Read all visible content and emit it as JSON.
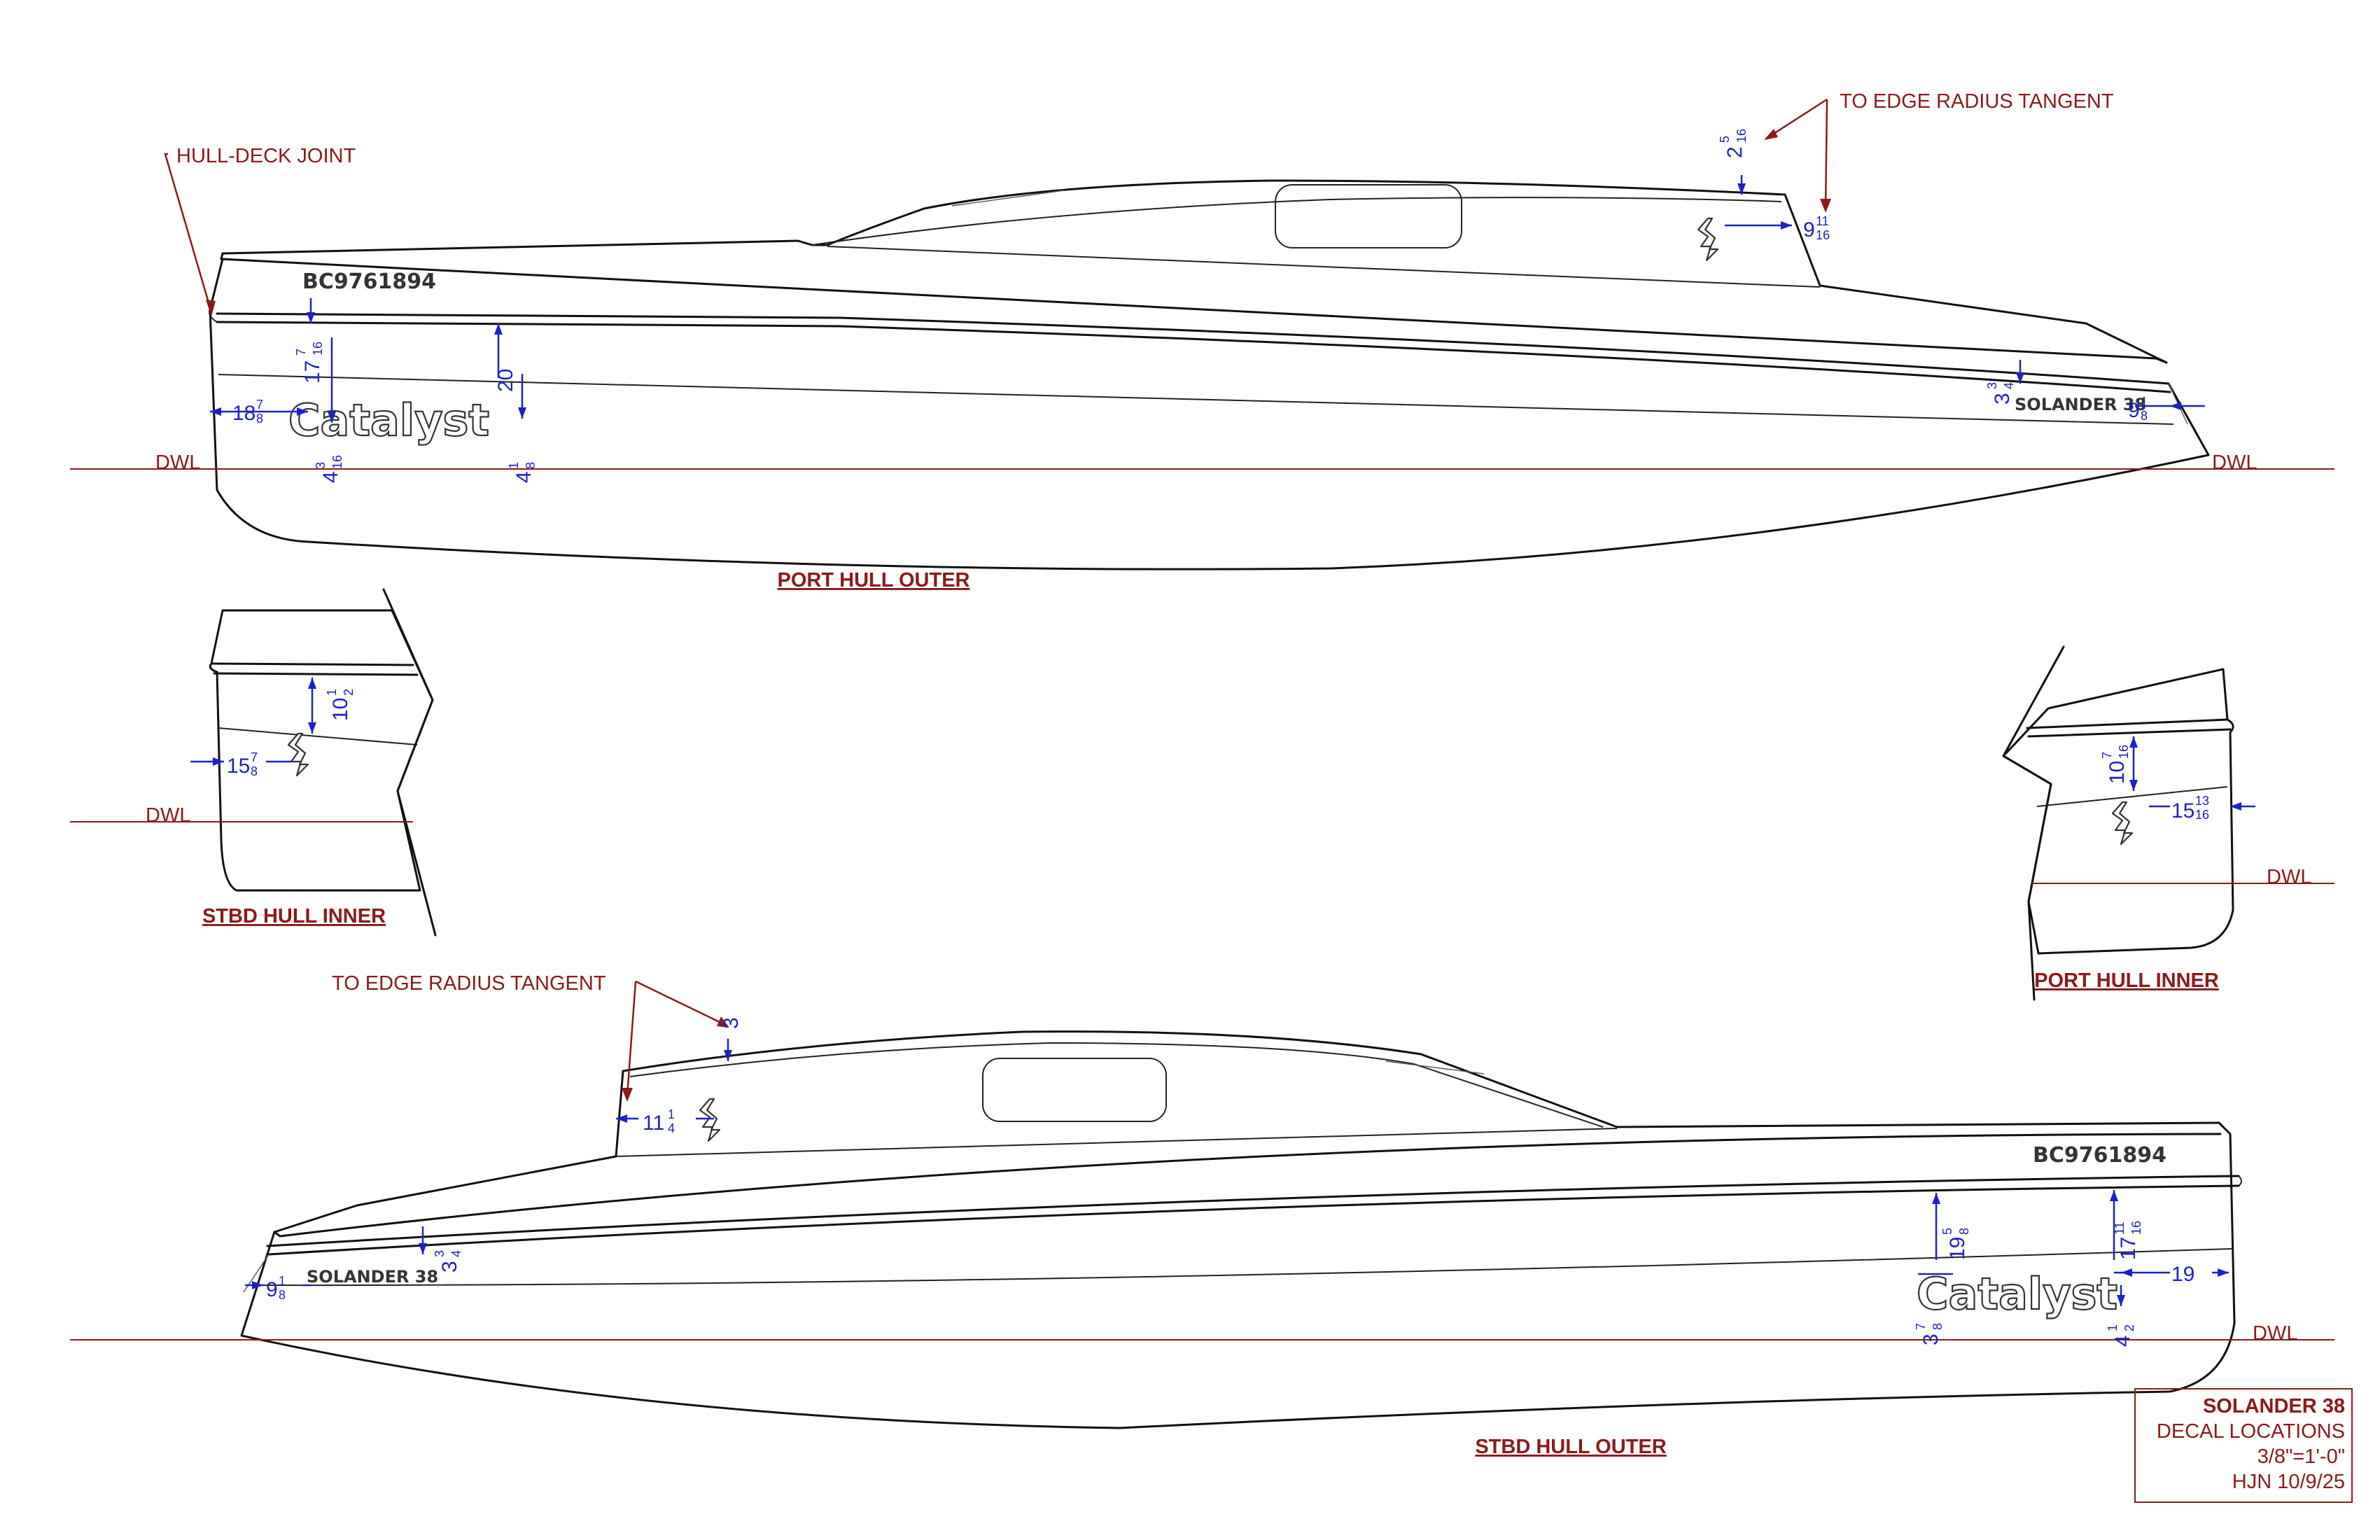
{
  "views": {
    "port_outer": {
      "title": "PORT HULL OUTER",
      "hull_deck_joint": "HULL-DECK JOINT",
      "edge_radius": "TO EDGE RADIUS TANGENT",
      "dwl_left": "DWL",
      "dwl_right": "DWL",
      "registration": "BC9761894",
      "catalyst": "Catalyst",
      "model_decal": "SOLANDER 38",
      "dims": {
        "d1": {
          "whole": "18",
          "num": "7",
          "den": "8"
        },
        "d2": {
          "whole": "17",
          "num": "7",
          "den": "16"
        },
        "d3": {
          "whole": "20"
        },
        "d4": {
          "whole": "4",
          "num": "3",
          "den": "16"
        },
        "d5": {
          "whole": "4",
          "num": "1",
          "den": "8"
        },
        "d6": {
          "whole": "2",
          "num": "5",
          "den": "16"
        },
        "d7": {
          "whole": "9",
          "num": "11",
          "den": "16"
        },
        "d8": {
          "whole": "3",
          "num": "3",
          "den": "4"
        },
        "d9": {
          "whole": "9",
          "num": "1",
          "den": "8"
        }
      }
    },
    "stbd_inner": {
      "title": "STBD HULL INNER",
      "dwl": "DWL",
      "dims": {
        "d1": {
          "whole": "10",
          "num": "1",
          "den": "2"
        },
        "d2": {
          "whole": "15",
          "num": "7",
          "den": "8"
        }
      }
    },
    "port_inner": {
      "title": "PORT HULL INNER",
      "dwl": "DWL",
      "dims": {
        "d1": {
          "whole": "10",
          "num": "7",
          "den": "16"
        },
        "d2": {
          "whole": "15",
          "num": "13",
          "den": "16"
        }
      }
    },
    "stbd_outer": {
      "title": "STBD HULL OUTER",
      "edge_radius": "TO EDGE RADIUS TANGENT",
      "dwl": "DWL",
      "registration": "BC9761894",
      "catalyst": "Catalyst",
      "model_decal": "SOLANDER 38",
      "dims": {
        "d1": {
          "whole": "3"
        },
        "d2": {
          "whole": "11",
          "num": "1",
          "den": "4"
        },
        "d3": {
          "whole": "9",
          "num": "1",
          "den": "8"
        },
        "d4": {
          "whole": "3",
          "num": "3",
          "den": "4"
        },
        "d5": {
          "whole": "19",
          "num": "5",
          "den": "8"
        },
        "d6": {
          "whole": "17",
          "num": "11",
          "den": "16"
        },
        "d7": {
          "whole": "19"
        },
        "d8": {
          "whole": "3",
          "num": "7",
          "den": "8"
        },
        "d9": {
          "whole": "4",
          "num": "1",
          "den": "2"
        }
      }
    }
  },
  "title_block": {
    "line1": "SOLANDER 38",
    "line2": "DECAL LOCATIONS",
    "line3": "3/8\"=1'-0\"",
    "line4": "HJN 10/9/25"
  },
  "colors": {
    "annotation": "#8b1a1a",
    "dimension": "#1a22c8",
    "outline": "#111111"
  }
}
